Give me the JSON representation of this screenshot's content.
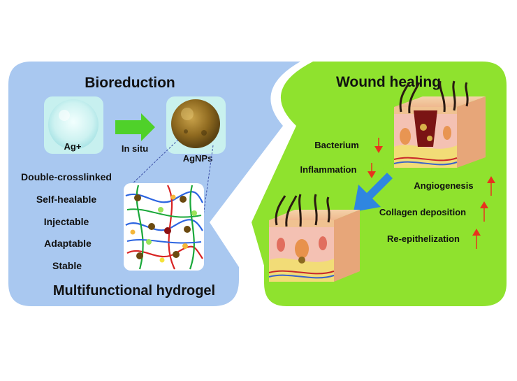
{
  "left_panel": {
    "title": "Bioreduction",
    "ag_label": "Ag+",
    "arrow_label": "In situ",
    "agnp_label": "AgNPs",
    "properties": [
      "Double-crosslinked",
      "Self-healable",
      "Injectable",
      "Adaptable",
      "Stable"
    ],
    "footer": "Multifunctional hydrogel"
  },
  "right_panel": {
    "title": "Wound healing",
    "decreased": [
      "Bacterium",
      "Inflammation"
    ],
    "increased": [
      "Angiogenesis",
      "Collagen deposition",
      "Re-epithelization"
    ]
  },
  "colors": {
    "left_bg": "#a9c8f0",
    "right_bg": "#8fe22e",
    "transition_arrow": "#2f86e0",
    "in_situ_arrow": "#4fd12a",
    "indicator_arrow": "#e8321e"
  }
}
